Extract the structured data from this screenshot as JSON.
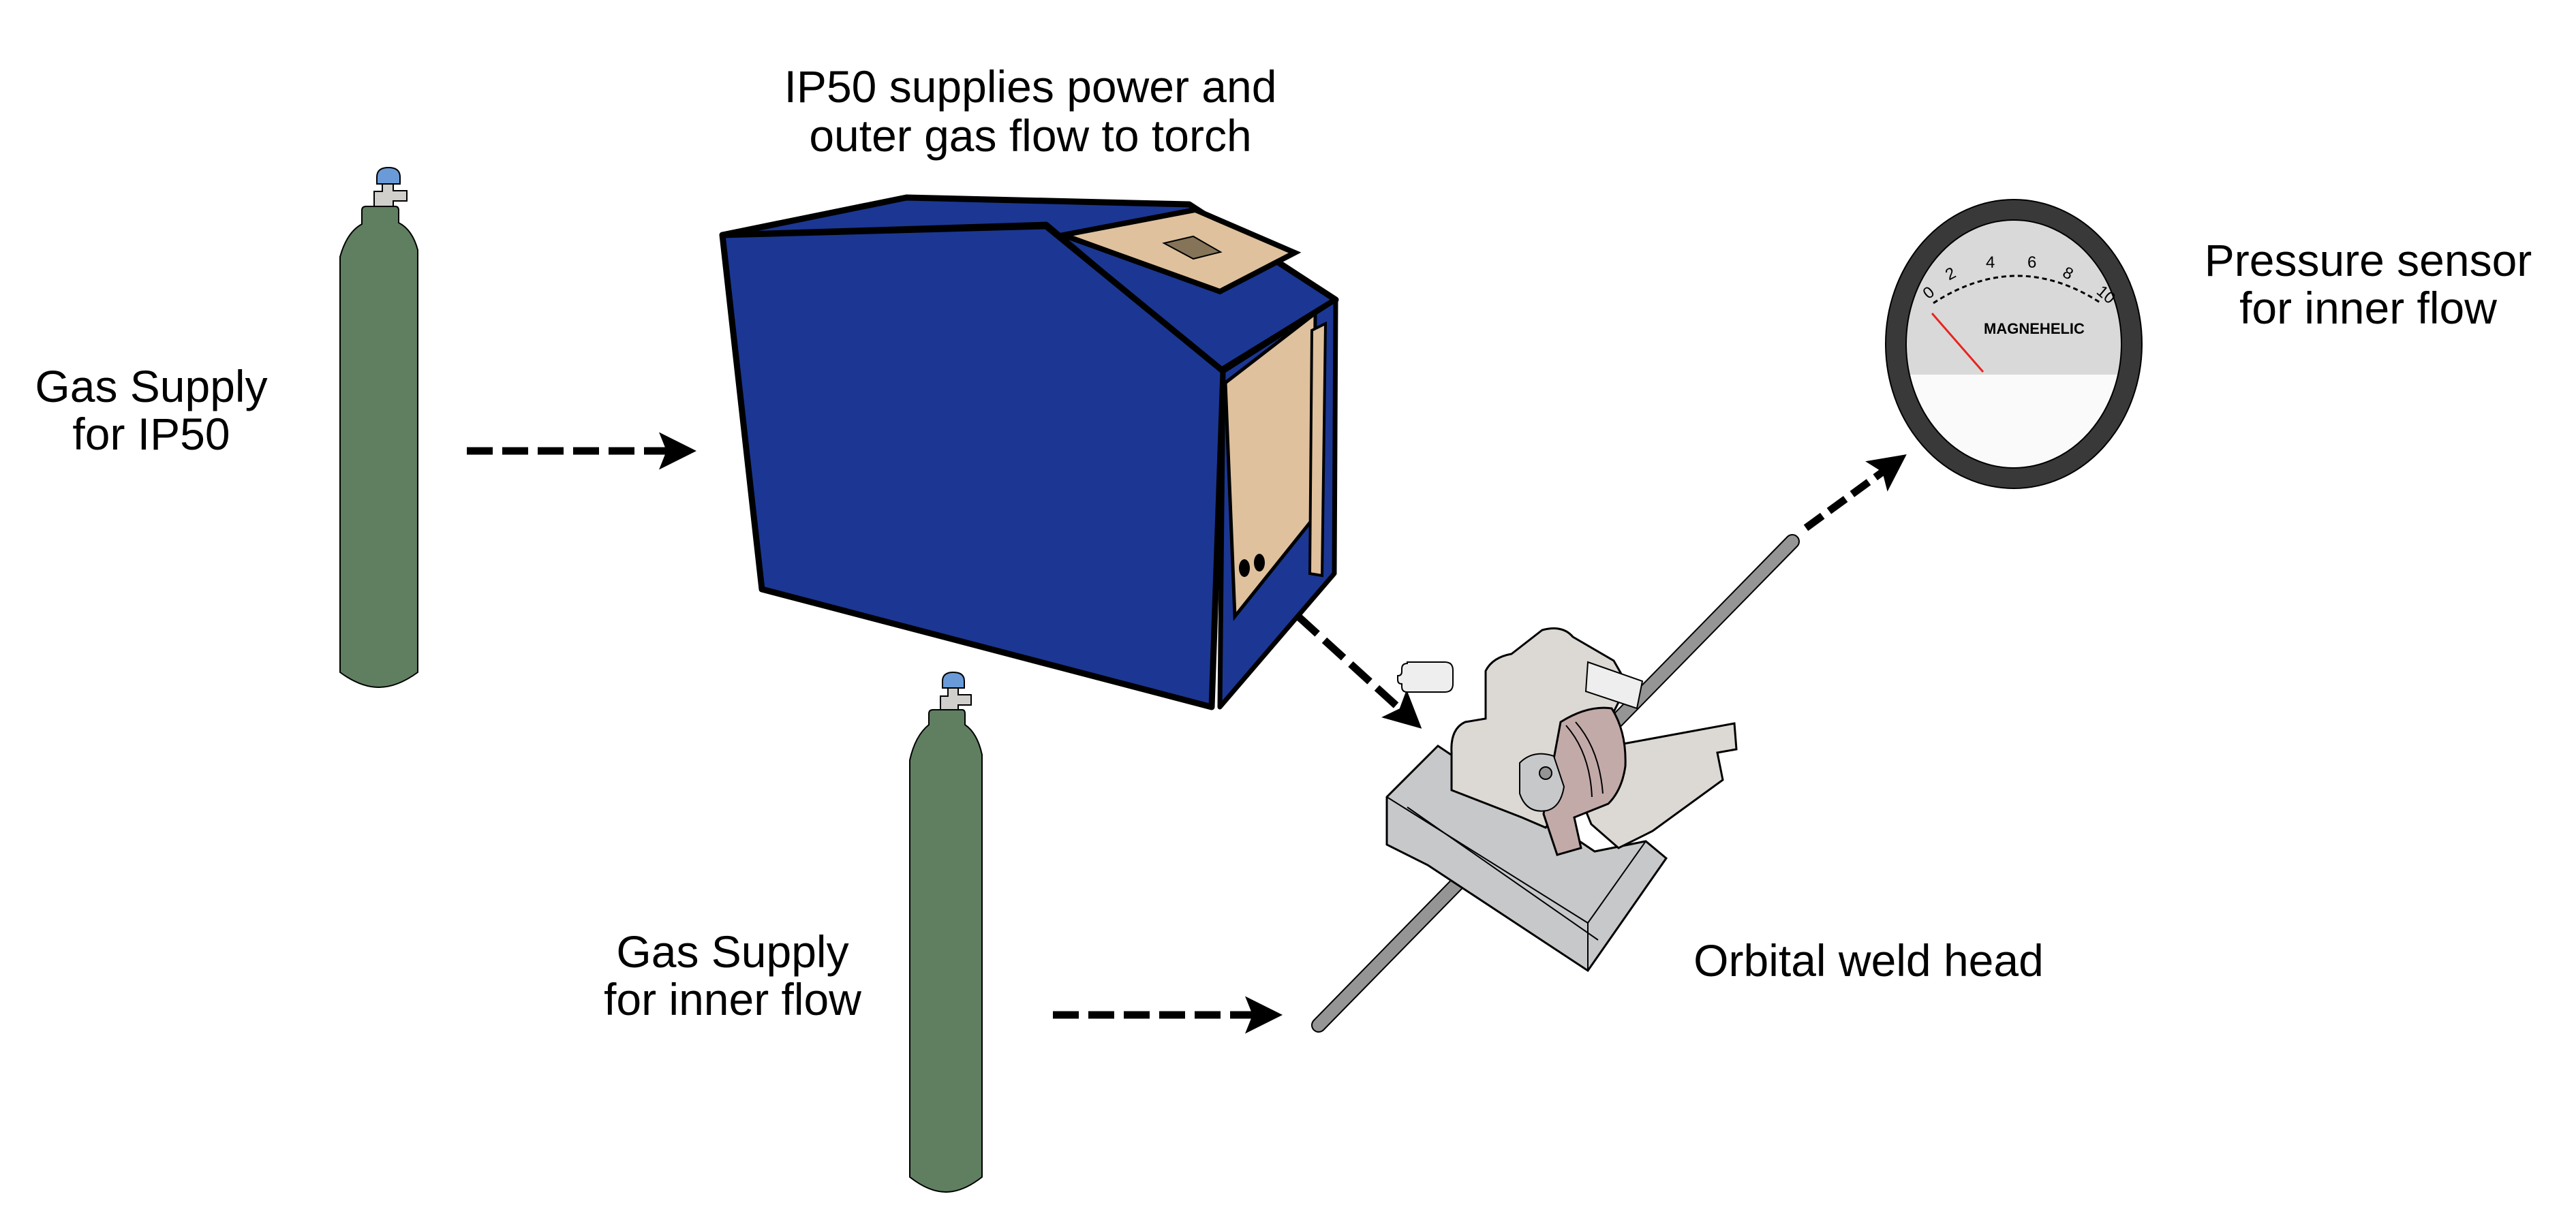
{
  "diagram": {
    "labels": {
      "ip50_title_line1": "IP50 supplies power and",
      "ip50_title_line2": "outer gas flow to torch",
      "gas_supply_ip50_line1": "Gas Supply",
      "gas_supply_ip50_line2": "for IP50",
      "gas_supply_inner_line1": "Gas Supply",
      "gas_supply_inner_line2": "for inner flow",
      "pressure_sensor_line1": "Pressure sensor",
      "pressure_sensor_line2": "for inner flow",
      "weld_head": "Orbital weld head"
    },
    "gauge": {
      "brand": "MAGNEHELIC",
      "scale": [
        "0",
        "2",
        "4",
        "6",
        "8",
        "10"
      ]
    },
    "components": [
      {
        "id": "gas-cylinder-ip50",
        "icon": "gas-cylinder-icon"
      },
      {
        "id": "ip50-power-supply",
        "icon": "power-supply-unit-icon"
      },
      {
        "id": "gas-cylinder-inner",
        "icon": "gas-cylinder-icon"
      },
      {
        "id": "orbital-weld-head",
        "icon": "weld-head-icon"
      },
      {
        "id": "pressure-gauge",
        "icon": "pressure-gauge-icon"
      }
    ],
    "flows": [
      {
        "from": "Gas Supply for IP50",
        "to": "IP50"
      },
      {
        "from": "IP50",
        "to": "Orbital weld head"
      },
      {
        "from": "Gas Supply for inner flow",
        "to": "Orbital weld head"
      },
      {
        "from": "Orbital weld head",
        "to": "Pressure sensor for inner flow"
      }
    ],
    "colors": {
      "cylinder_body": "#5f7f60",
      "cylinder_valve": "#d0cfcb",
      "cylinder_knob": "#6a9bd8",
      "ip50_body": "#1b3793",
      "ip50_panel": "#dfc19d",
      "ip50_screen": "#857457",
      "gauge_bezel": "#3a3939",
      "gauge_face": "#d9d9d9",
      "gauge_lower": "#fafafa",
      "gauge_needle": "#e8241f",
      "weld_body": "#dcd9d4",
      "weld_base": "#c6c8ca",
      "weld_rotor": "#c2aaa9",
      "tube": "#959595"
    }
  }
}
